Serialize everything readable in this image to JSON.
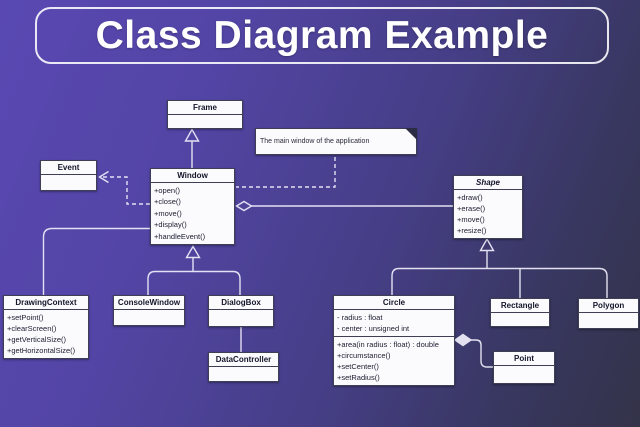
{
  "title": "Class Diagram Example",
  "note": {
    "text": "The main window of the application",
    "attached_to": "Window"
  },
  "colors": {
    "background_start": "#5948b2",
    "background_end": "#333349",
    "box_background": "#fbfbfd",
    "box_border": "#3e3e54",
    "connector": "#eceaf8",
    "title_text": "#ffffff"
  },
  "classes": {
    "frame": {
      "name": "Frame",
      "attributes": [],
      "methods": []
    },
    "event": {
      "name": "Event",
      "attributes": [],
      "methods": []
    },
    "window": {
      "name": "Window",
      "attributes": [],
      "methods": [
        "+open()",
        "+close()",
        "+move()",
        "+display()",
        "+handleEvent()"
      ]
    },
    "shape": {
      "name": "Shape",
      "abstract": true,
      "attributes": [],
      "methods": [
        "+draw()",
        "+erase()",
        "+move()",
        "+resize()"
      ]
    },
    "drawing_context": {
      "name": "DrawingContext",
      "attributes": [],
      "methods": [
        "+setPoint()",
        "+clearScreen()",
        "+getVerticalSize()",
        "+getHorizontalSize()"
      ]
    },
    "console_window": {
      "name": "ConsoleWindow",
      "attributes": [],
      "methods": []
    },
    "dialog_box": {
      "name": "DialogBox",
      "attributes": [],
      "methods": []
    },
    "data_controller": {
      "name": "DataController",
      "attributes": [],
      "methods": []
    },
    "circle": {
      "name": "Circle",
      "attributes": [
        "- radius : float",
        "- center : unsigned int"
      ],
      "methods": [
        "+area(in radius : float) : double",
        "+circumstance()",
        "+setCenter()",
        "+setRadius()"
      ]
    },
    "rectangle": {
      "name": "Rectangle",
      "attributes": [],
      "methods": []
    },
    "polygon": {
      "name": "Polygon",
      "attributes": [],
      "methods": []
    },
    "point": {
      "name": "Point",
      "attributes": [],
      "methods": []
    }
  },
  "relationships": [
    {
      "from": "Window",
      "to": "Frame",
      "type": "generalization"
    },
    {
      "from": "Window",
      "to": "Event",
      "type": "dependency"
    },
    {
      "from": "Window",
      "to": "Shape",
      "type": "aggregation"
    },
    {
      "from": "DrawingContext",
      "to": "Window",
      "type": "association"
    },
    {
      "from": "ConsoleWindow",
      "to": "Window",
      "type": "generalization"
    },
    {
      "from": "DialogBox",
      "to": "Window",
      "type": "generalization"
    },
    {
      "from": "DataController",
      "to": "DialogBox",
      "type": "association"
    },
    {
      "from": "Circle",
      "to": "Shape",
      "type": "generalization"
    },
    {
      "from": "Rectangle",
      "to": "Shape",
      "type": "generalization"
    },
    {
      "from": "Polygon",
      "to": "Shape",
      "type": "generalization"
    },
    {
      "from": "Circle",
      "to": "Point",
      "type": "aggregation"
    }
  ]
}
